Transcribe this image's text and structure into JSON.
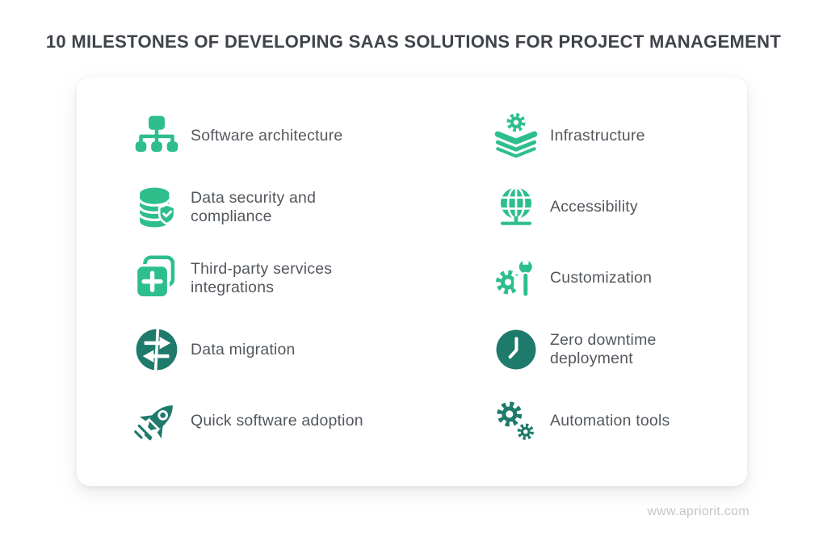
{
  "title": "10 MILESTONES OF DEVELOPING SAAS SOLUTIONS FOR PROJECT MANAGEMENT",
  "colors": {
    "green": "#2DBE8C",
    "teal": "#1E7A6B",
    "title_text": "#3F444B",
    "label_text": "#53585E",
    "footer_text": "#C3C5C8",
    "card_bg": "#FFFFFF",
    "page_bg": "#FFFFFF"
  },
  "card": {
    "items": [
      {
        "label": "Software architecture",
        "icon": "sitemap-icon",
        "color": "green"
      },
      {
        "label": "Data security and\ncompliance",
        "icon": "database-shield-icon",
        "color": "green"
      },
      {
        "label": "Third-party services\nintegrations",
        "icon": "cards-plus-icon",
        "color": "green"
      },
      {
        "label": "Data migration",
        "icon": "migration-arrows-icon",
        "color": "teal"
      },
      {
        "label": "Quick software adoption",
        "icon": "rocket-icon",
        "color": "teal"
      },
      {
        "label": "Infrastructure",
        "icon": "gear-layers-icon",
        "color": "green"
      },
      {
        "label": "Accessibility",
        "icon": "globe-network-icon",
        "color": "green"
      },
      {
        "label": "Customization",
        "icon": "gear-wrench-icon",
        "color": "green"
      },
      {
        "label": "Zero downtime\ndeployment",
        "icon": "clock-icon",
        "color": "teal"
      },
      {
        "label": "Automation tools",
        "icon": "gears-icon",
        "color": "teal"
      }
    ]
  },
  "footer": {
    "website": "www.apriorit.com"
  }
}
